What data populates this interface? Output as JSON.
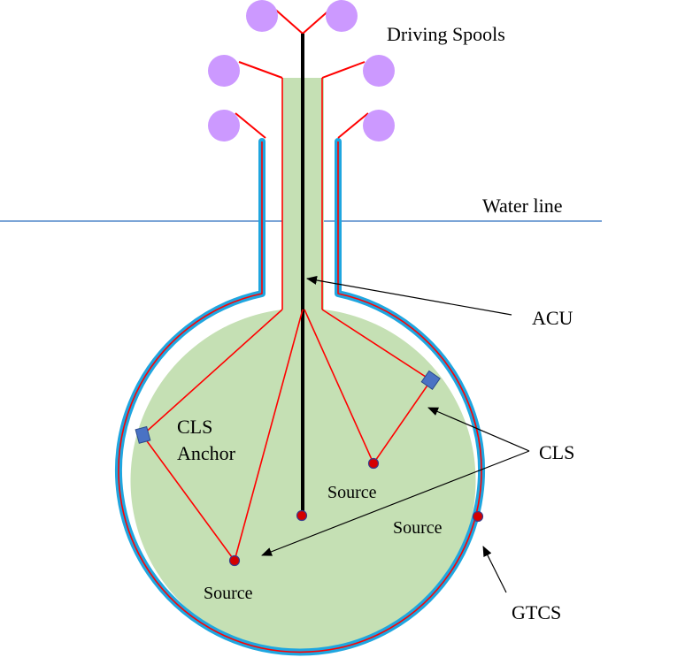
{
  "labels": {
    "driving_spools": "Driving Spools",
    "water_line": "Water line",
    "acu": "ACU",
    "cls": "CLS",
    "cls_anchor_line1": "CLS",
    "cls_anchor_line2": "Anchor",
    "source_left": "Source",
    "source_middle": "Source",
    "source_right": "Source",
    "gtcs": "GTCS"
  },
  "colors": {
    "water_fill": "#c5e0b4",
    "outer_wall": "#1fa6e0",
    "cable": "#ff0000",
    "acu_rod": "#000000",
    "spool": "#cc99ff",
    "anchor": "#4a72c4",
    "source_dot": "#d40000",
    "water_line": "#2f6fbf"
  }
}
